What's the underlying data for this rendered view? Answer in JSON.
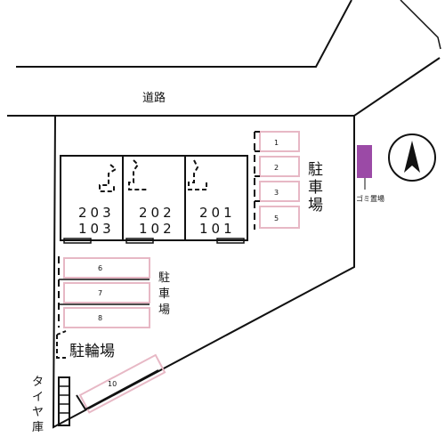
{
  "road": {
    "label": "道路"
  },
  "parking_east": {
    "label_chars": [
      "駐",
      "車",
      "場"
    ],
    "spaces": [
      "1",
      "2",
      "3",
      "5"
    ]
  },
  "parking_west": {
    "label_chars": [
      "駐",
      "車",
      "場"
    ],
    "spaces": [
      "6",
      "7",
      "8"
    ]
  },
  "parking_diagonal": {
    "spaces": [
      "10"
    ]
  },
  "building": {
    "units_upper": [
      "203",
      "202",
      "201"
    ],
    "units_lower": [
      "103",
      "102",
      "101"
    ]
  },
  "bicycle_parking": {
    "label": "駐輪場"
  },
  "tire_storage": {
    "label_chars": [
      "タ",
      "イ",
      "ヤ",
      "庫"
    ]
  },
  "garbage": {
    "label": "ゴミ置場",
    "color": "#9b4aa6"
  },
  "compass": {
    "icon": "north-arrow-icon"
  },
  "colors": {
    "parking_outline": "#e7b8c5",
    "line": "#111111"
  }
}
